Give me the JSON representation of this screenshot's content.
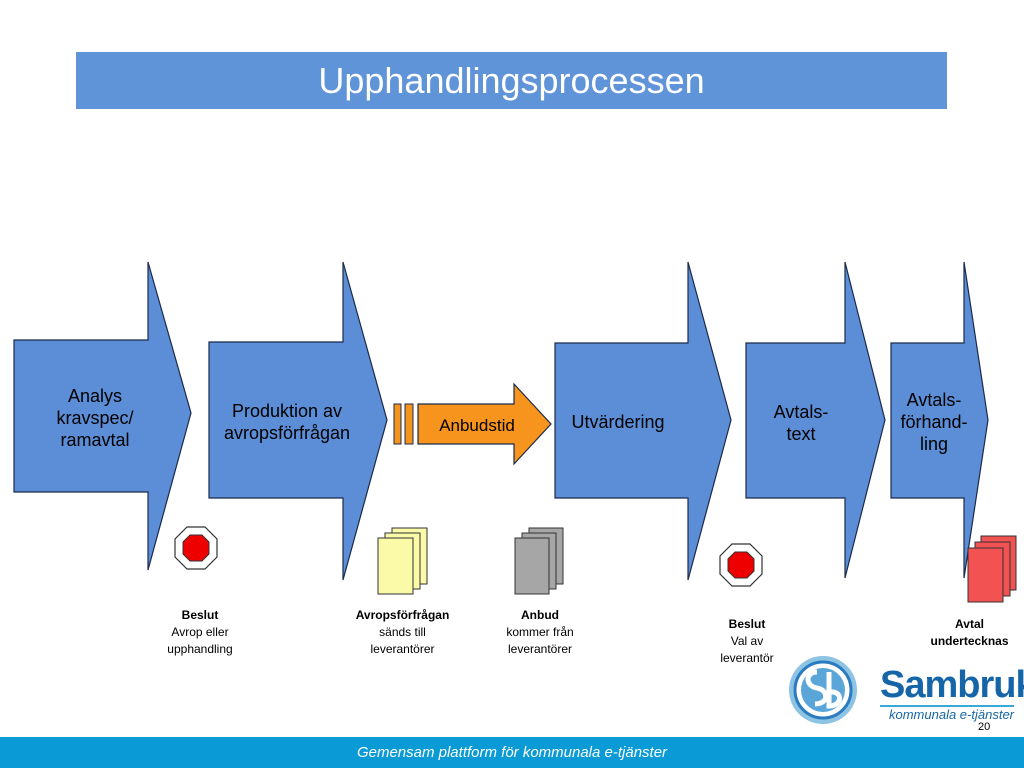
{
  "title": "Upphandlingsprocessen",
  "colors": {
    "chevron": "#5b8ed6",
    "accent": "#f7941d",
    "title_bg": "#6094d8",
    "footer_bg": "#0a9ad6",
    "stop": "#ee0000"
  },
  "steps": [
    {
      "id": "analys",
      "label": "Analys\nkravspec/\nramavtal"
    },
    {
      "id": "produktion",
      "label": "Produktion av\navropsförfrågan"
    },
    {
      "id": "anbudstid",
      "label": "Anbudstid"
    },
    {
      "id": "utvardering",
      "label": "Utvärdering"
    },
    {
      "id": "avtalstext",
      "label": "Avtals-\ntext"
    },
    {
      "id": "forhandling",
      "label": "Avtals-\nförhand-\nling"
    }
  ],
  "milestones": [
    {
      "icon": "stop-sign-icon",
      "bold": "Beslut",
      "text": "Avrop eller\nupphandling"
    },
    {
      "icon": "yellow-documents-icon",
      "bold": "Avropsförfrågan",
      "text": "sänds till\nleverantörer"
    },
    {
      "icon": "gray-documents-icon",
      "bold": "Anbud",
      "text": "kommer från\nleverantörer"
    },
    {
      "icon": "stop-sign-icon",
      "bold": "Beslut",
      "text": "Val av\nleverantör"
    },
    {
      "icon": "red-documents-icon",
      "bold": "Avtal\nundertecknas",
      "text": ""
    }
  ],
  "logo": {
    "name": "Sambruk",
    "tagline": "kommunala e-tjänster"
  },
  "page_number": "20",
  "footer": "Gemensam plattform för kommunala e-tjänster"
}
